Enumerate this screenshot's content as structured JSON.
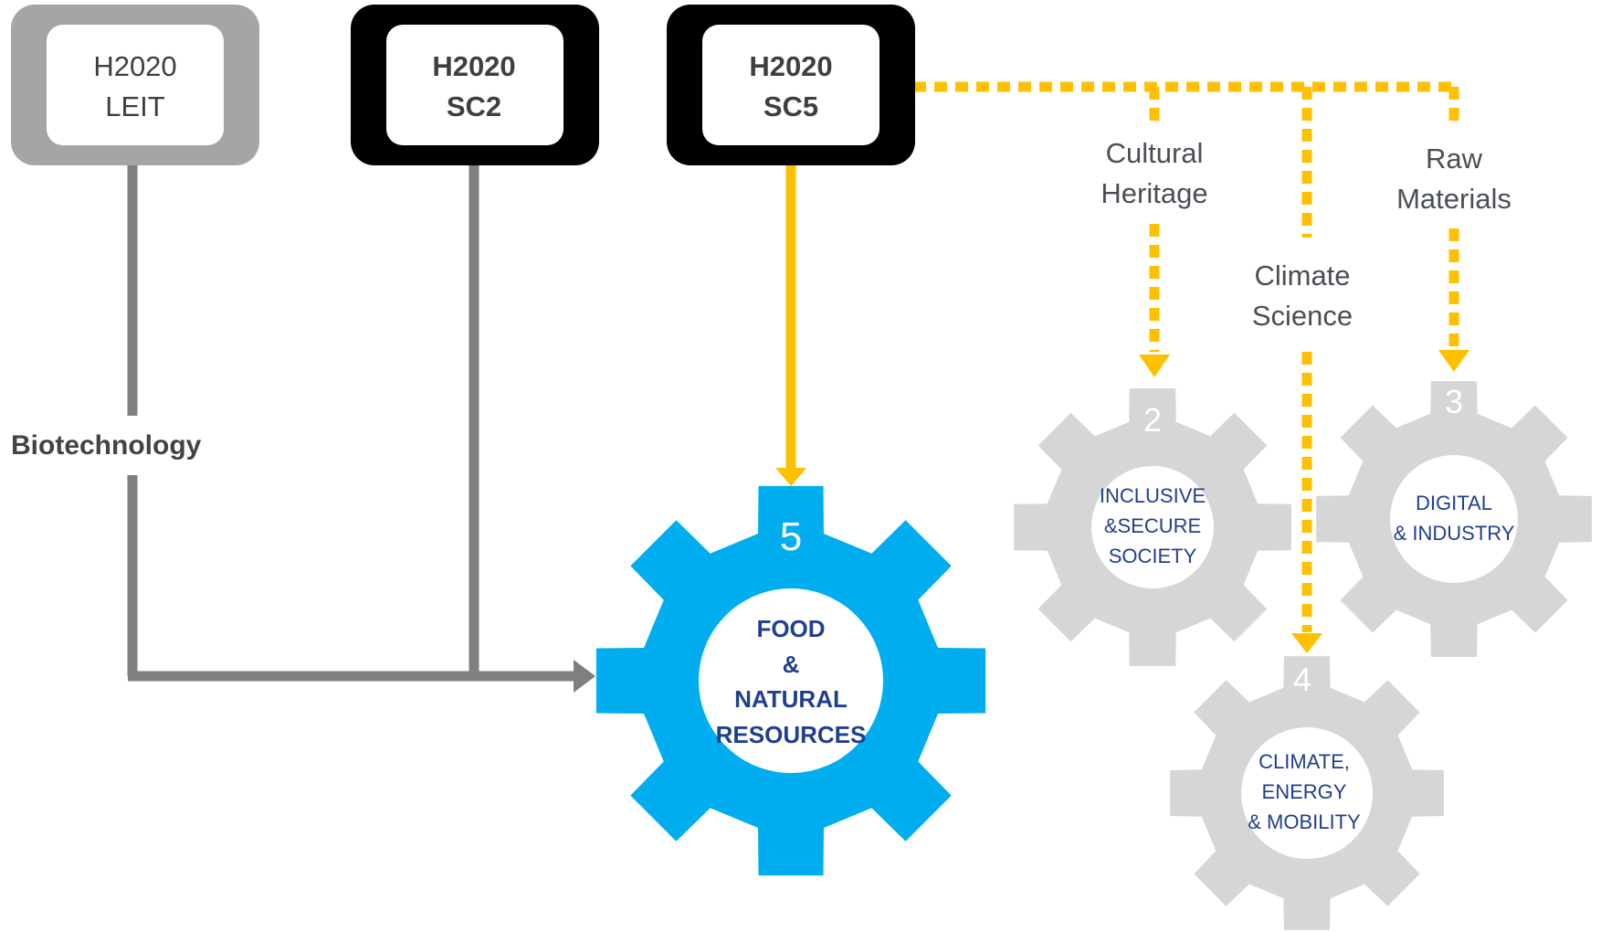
{
  "sources": {
    "leit": {
      "line1": "H2020",
      "line2": "LEIT"
    },
    "sc2": {
      "line1": "H2020",
      "line2": "SC2"
    },
    "sc5": {
      "line1": "H2020",
      "line2": "SC5"
    }
  },
  "flow_labels": {
    "biotechnology": "Biotechnology",
    "cultural_heritage": [
      "Cultural",
      "Heritage"
    ],
    "climate_science": [
      "Climate",
      "Science"
    ],
    "raw_materials": [
      "Raw",
      "Materials"
    ]
  },
  "gears": {
    "food": {
      "number": "5",
      "lines": [
        "FOOD",
        "&",
        "NATURAL",
        "RESOURCES"
      ]
    },
    "society": {
      "number": "2",
      "lines": [
        "INCLUSIVE",
        "&SECURE",
        "SOCIETY"
      ]
    },
    "digital": {
      "number": "3",
      "lines": [
        "DIGITAL",
        "& INDUSTRY"
      ]
    },
    "climate": {
      "number": "4",
      "lines": [
        "CLIMATE,",
        "ENERGY",
        "& MOBILITY"
      ]
    }
  },
  "colors": {
    "blue_gear": "#00aeef",
    "grey_gear": "#d6d6d6",
    "yellow": "#ffc000",
    "grey_line": "#7f7f7f",
    "light_box": "#a5a5a5",
    "dark_box": "#000000",
    "gear_text": "#1f3f8f"
  }
}
